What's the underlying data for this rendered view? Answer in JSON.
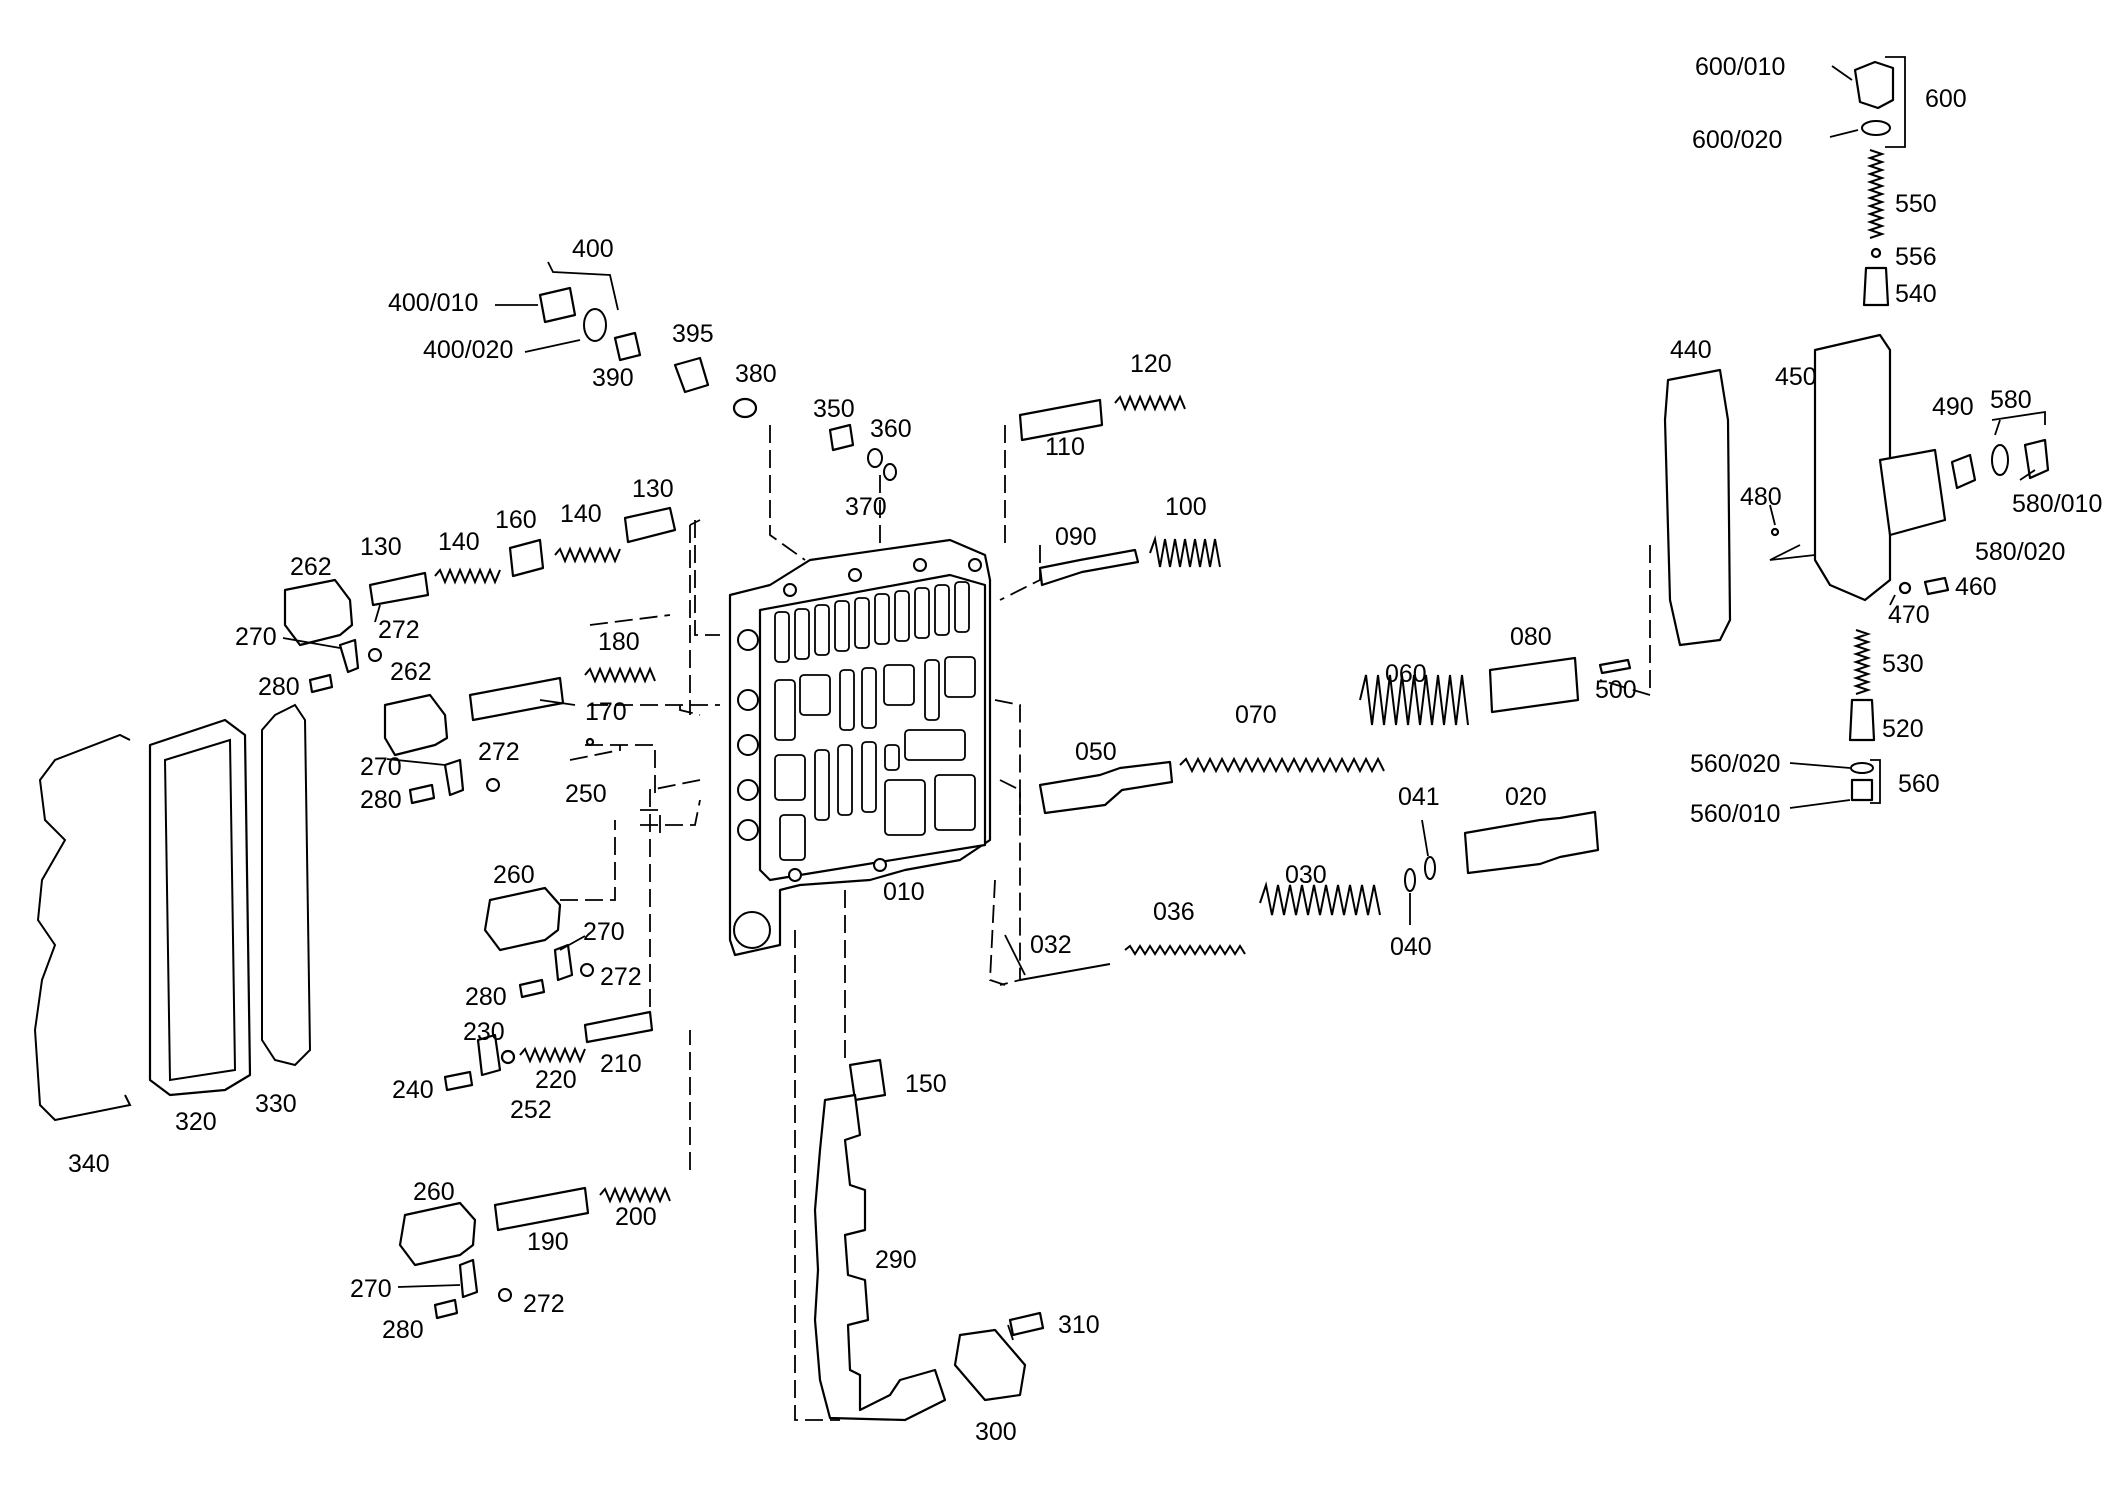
{
  "labels": {
    "l600_010": "600/010",
    "l600": "600",
    "l600_020": "600/020",
    "l550": "550",
    "l556": "556",
    "l540": "540",
    "l400": "400",
    "l400_010": "400/010",
    "l400_020": "400/020",
    "l390": "390",
    "l395": "395",
    "l380": "380",
    "l350": "350",
    "l360": "360",
    "l370": "370",
    "l120": "120",
    "l110": "110",
    "l440": "440",
    "l450": "450",
    "l490": "490",
    "l580": "580",
    "l580_010": "580/010",
    "l580_020": "580/020",
    "l480": "480",
    "l460": "460",
    "l470": "470",
    "l130a": "130",
    "l130b": "130",
    "l140a": "140",
    "l140b": "140",
    "l160": "160",
    "l262a": "262",
    "l262b": "262",
    "l090": "090",
    "l100": "100",
    "l270a": "270",
    "l272a": "272",
    "l280a": "280",
    "l180": "180",
    "l170": "170",
    "l270b": "270",
    "l272b": "272",
    "l280b": "280",
    "l250": "250",
    "l080": "080",
    "l060": "060",
    "l070": "070",
    "l500": "500",
    "l530": "530",
    "l520": "520",
    "l050": "050",
    "l560_020": "560/020",
    "l560": "560",
    "l560_010": "560/010",
    "l041": "041",
    "l020": "020",
    "l030": "030",
    "l036": "036",
    "l032": "032",
    "l040": "040",
    "l010": "010",
    "l260a": "260",
    "l270c": "270",
    "l272c": "272",
    "l280c": "280",
    "l230": "230",
    "l210": "210",
    "l220": "220",
    "l240": "240",
    "l252": "252",
    "l150": "150",
    "l320": "320",
    "l330": "330",
    "l340": "340",
    "l260b": "260",
    "l200": "200",
    "l190": "190",
    "l290": "290",
    "l270d": "270",
    "l272d": "272",
    "l280d": "280",
    "l310": "310",
    "l300": "300"
  }
}
